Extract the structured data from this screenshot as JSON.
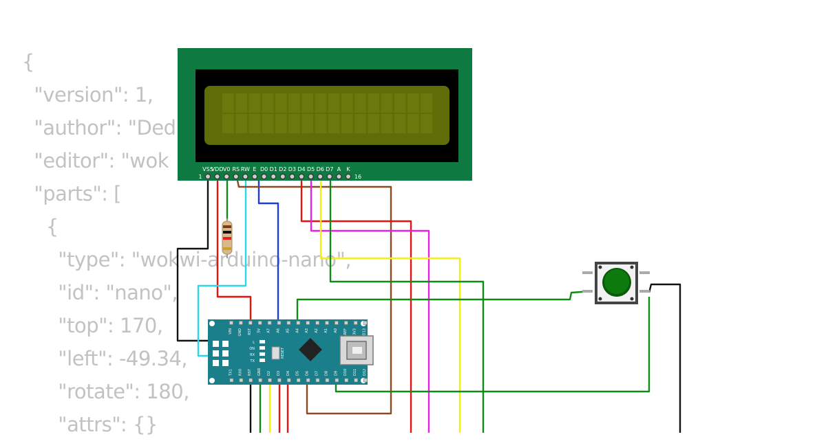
{
  "code_lines": [
    "{",
    "  \"version\": 1,",
    "  \"author\": \"Ded",
    "  \"editor\": \"wok",
    "  \"parts\": [",
    "    {",
    "      \"type\": \"wokwi-arduino-nano\",",
    "      \"id\": \"nano\",",
    "      \"top\": 170,",
    "      \"left\": -49.34,",
    "      \"rotate\": 180,",
    "      \"attrs\": {}"
  ],
  "lcd": {
    "pin_labels": [
      "VSS",
      "VDD",
      "V0",
      "RS",
      "RW",
      "E",
      "D0",
      "D1",
      "D2",
      "D3",
      "D4",
      "D5",
      "D6",
      "D7",
      "A",
      "K"
    ],
    "first_pin_number": "1",
    "last_pin_number": "16",
    "board_color": "#0e7a41",
    "screen_color": "#5f6d08"
  },
  "nano": {
    "top_pin_labels": [
      "VIN",
      "GND",
      "RST",
      "5V",
      "A7",
      "A6",
      "A5",
      "A4",
      "A3",
      "A2",
      "A1",
      "A0",
      "AREF",
      "3V3",
      "D13"
    ],
    "bottom_pin_labels": [
      "D12",
      "D11",
      "D10",
      "D9",
      "D8",
      "D7",
      "D6",
      "D5",
      "D4",
      "D3",
      "D2",
      "GND",
      "RST",
      "RX0",
      "TX1"
    ],
    "led_labels": [
      "L",
      "ON",
      "RX",
      "TX"
    ],
    "reset_label": "RESET",
    "board_color": "#1a7f8a"
  },
  "button": {
    "cap_color": "#0d7a0d"
  },
  "wire_colors": {
    "black": "#111111",
    "red": "#e8110f",
    "green": "#0f8b15",
    "brown": "#8a4a22",
    "cyan": "#29d7ea",
    "blue": "#1c3cdc",
    "magenta": "#e81fe4",
    "yellow": "#f6ef12"
  }
}
